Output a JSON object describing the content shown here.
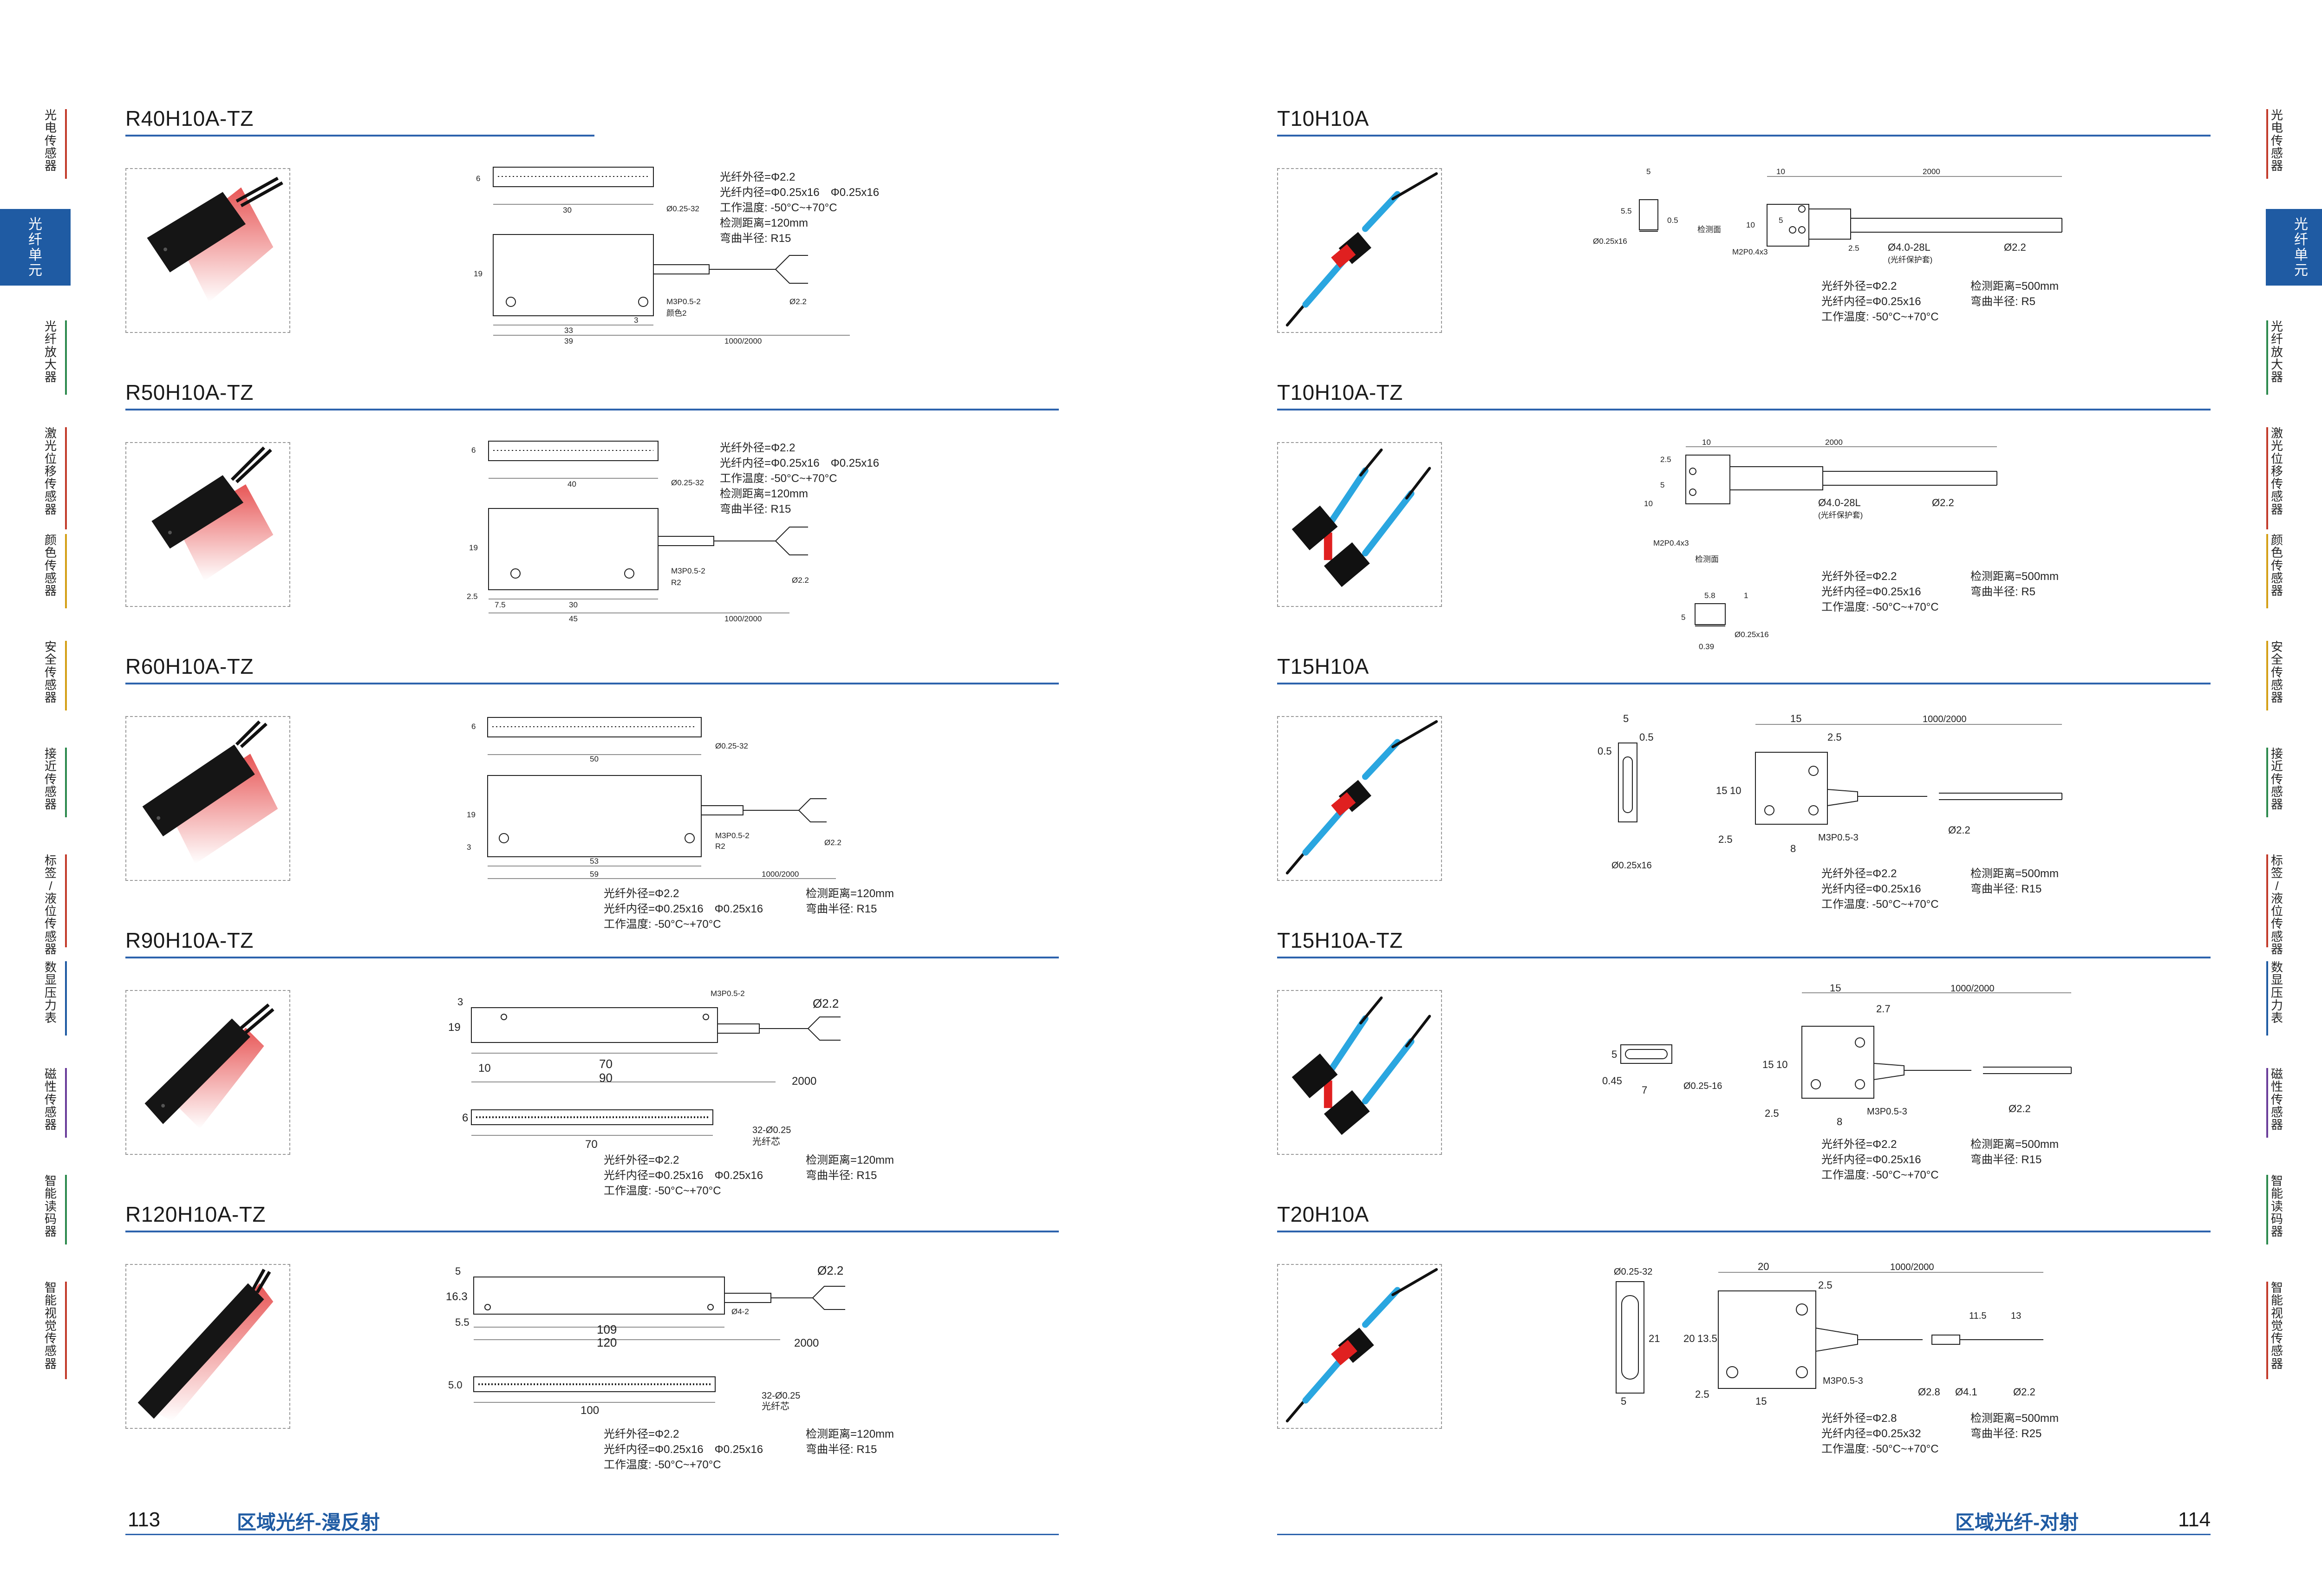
{
  "left_page": {
    "page_number": "113",
    "footer_title": "区域光纤-漫反射",
    "products": [
      {
        "model": "R40H10A-TZ",
        "dims": [
          "30",
          "19",
          "33",
          "39",
          "3",
          "1000/2000",
          "Ø0.25-32",
          "M3P0.5-2",
          "Ø2.2",
          "6",
          "颜色2"
        ],
        "specs": [
          "光纤外径=Φ2.2",
          "光纤内径=Φ0.25x16　Φ0.25x16",
          "工作温度: -50°C~+70°C",
          "检测距离=120mm",
          "弯曲半径: R15"
        ]
      },
      {
        "model": "R50H10A-TZ",
        "dims": [
          "40",
          "19",
          "30",
          "45",
          "7.5",
          "2.5",
          "1000/2000",
          "Ø0.25-32",
          "M3P0.5-2",
          "R2",
          "Ø2.2",
          "6"
        ],
        "specs": [
          "光纤外径=Φ2.2",
          "光纤内径=Φ0.25x16　Φ0.25x16",
          "工作温度: -50°C~+70°C",
          "检测距离=120mm",
          "弯曲半径: R15"
        ]
      },
      {
        "model": "R60H10A-TZ",
        "dims": [
          "50",
          "19",
          "53",
          "59",
          "3",
          "1000/2000",
          "Ø0.25-32",
          "M3P0.5-2",
          "R2",
          "Ø2.2",
          "6"
        ],
        "specs": [
          "光纤外径=Φ2.2",
          "光纤内径=Φ0.25x16　Φ0.25x16",
          "工作温度: -50°C~+70°C"
        ],
        "specs2": [
          "检测距离=120mm",
          "弯曲半径: R15"
        ]
      },
      {
        "model": "R90H10A-TZ",
        "dims": [
          "3",
          "19",
          "10",
          "70",
          "90",
          "2000",
          "M3P0.5-2",
          "Ø2.2",
          "6",
          "70",
          "32-Ø0.25",
          "光纤芯"
        ],
        "specs": [
          "光纤外径=Φ2.2",
          "光纤内径=Φ0.25x16　Φ0.25x16",
          "工作温度: -50°C~+70°C"
        ],
        "specs2": [
          "检测距离=120mm",
          "弯曲半径: R15"
        ]
      },
      {
        "model": "R120H10A-TZ",
        "dims": [
          "5",
          "16.3",
          "5.5",
          "109",
          "120",
          "2000",
          "Ø4-2",
          "Ø2.2",
          "5.0",
          "100",
          "32-Ø0.25",
          "光纤芯"
        ],
        "specs": [
          "光纤外径=Φ2.2",
          "光纤内径=Φ0.25x16　Φ0.25x16",
          "工作温度: -50°C~+70°C"
        ],
        "specs2": [
          "检测距离=120mm",
          "弯曲半径: R15"
        ]
      }
    ]
  },
  "right_page": {
    "page_number": "114",
    "footer_title": "区域光纤-对射",
    "products": [
      {
        "model": "T10H10A",
        "dims": [
          "5",
          "5.5",
          "0.5",
          "10",
          "2000",
          "10",
          "5",
          "2.5",
          "Ø4.0-28L",
          "(光纤保护套)",
          "Ø2.2",
          "Ø0.25x16",
          "M2P0.4x3",
          "检测面"
        ],
        "specs": [
          "光纤外径=Φ2.2",
          "光纤内径=Φ0.25x16",
          "工作温度: -50°C~+70°C"
        ],
        "specs2": [
          "检测距离=500mm",
          "弯曲半径: R5"
        ]
      },
      {
        "model": "T10H10A-TZ",
        "dims": [
          "10",
          "2000",
          "2.5",
          "5",
          "10",
          "Ø4.0-28L",
          "(光纤保护套)",
          "Ø2.2",
          "M2P0.4x3",
          "检测面",
          "5.8",
          "1",
          "0.39",
          "Ø0.25x16",
          "5"
        ],
        "specs": [
          "光纤外径=Φ2.2",
          "光纤内径=Φ0.25x16",
          "工作温度: -50°C~+70°C"
        ],
        "specs2": [
          "检测距离=500mm",
          "弯曲半径: R5"
        ]
      },
      {
        "model": "T15H10A",
        "dims": [
          "5",
          "0.5",
          "0.5",
          "Ø0.25x16",
          "15",
          "1000/2000",
          "2.5",
          "15",
          "10",
          "2.5",
          "8",
          "M3P0.5-3",
          "Ø2.2"
        ],
        "specs": [
          "光纤外径=Φ2.2",
          "光纤内径=Φ0.25x16",
          "工作温度: -50°C~+70°C"
        ],
        "specs2": [
          "检测距离=500mm",
          "弯曲半径: R15"
        ]
      },
      {
        "model": "T15H10A-TZ",
        "dims": [
          "5",
          "0.45",
          "7",
          "Ø0.25-16",
          "15",
          "1000/2000",
          "2.7",
          "15",
          "10",
          "2.5",
          "8",
          "M3P0.5-3",
          "Ø2.2"
        ],
        "specs": [
          "光纤外径=Φ2.2",
          "光纤内径=Φ0.25x16",
          "工作温度: -50°C~+70°C"
        ],
        "specs2": [
          "检测距离=500mm",
          "弯曲半径: R15"
        ]
      },
      {
        "model": "T20H10A",
        "dims": [
          "Ø0.25-32",
          "20",
          "1000/2000",
          "2.5",
          "21",
          "20",
          "13.5",
          "2.5",
          "15",
          "M3P0.5-3",
          "Ø2.8",
          "Ø4.1",
          "Ø2.2",
          "11.5",
          "13",
          "5"
        ],
        "specs": [
          "光纤外径=Φ2.8",
          "光纤内径=Φ0.25x32",
          "工作温度: -50°C~+70°C"
        ],
        "specs2": [
          "检测距离=500mm",
          "弯曲半径: R25"
        ]
      }
    ]
  },
  "side_tabs": [
    {
      "label": "光电传感器",
      "color": "#c33b2b"
    },
    {
      "label": "光纤单元",
      "color": "#1f5ba3"
    },
    {
      "label": "光纤放大器",
      "color": "#2d8a4e"
    },
    {
      "label": "激光位移传感器",
      "color": "#c33b2b"
    },
    {
      "label": "颜色传感器",
      "color": "#d4a017"
    },
    {
      "label": "安全传感器",
      "color": "#d4a017"
    },
    {
      "label": "接近传感器",
      "color": "#2d8a4e"
    },
    {
      "label": "标签/液位传感器",
      "color": "#c33b2b"
    },
    {
      "label": "数显压力表",
      "color": "#1f5ba3"
    },
    {
      "label": "磁性传感器",
      "color": "#6a3d9a"
    },
    {
      "label": "智能读码器",
      "color": "#2d8a4e"
    },
    {
      "label": "智能视觉传感器",
      "color": "#c33b2b"
    }
  ],
  "active_tab": "光纤单元",
  "colors": {
    "accent": "#1f5ba3",
    "rule": "#2d63ad",
    "red": "#e02020",
    "fiber_blue": "#2aa6e0"
  }
}
